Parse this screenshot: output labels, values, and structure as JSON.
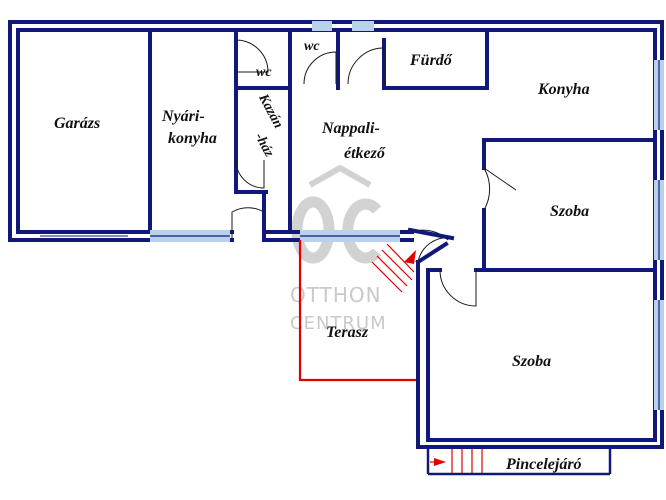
{
  "rooms": {
    "garage": "Garázs",
    "summer_kitchen_1": "Nyári-",
    "summer_kitchen_2": "konyha",
    "boiler_1": "Kazán",
    "boiler_2": "-ház",
    "wc_left": "wc",
    "wc_right": "wc",
    "bathroom": "Fürdő",
    "kitchen": "Konyha",
    "living_1": "Nappali-",
    "living_2": "étkező",
    "room_upper": "Szoba",
    "room_lower": "Szoba",
    "terrace": "Terasz",
    "cellar_entrance": "Pincelejáró"
  },
  "watermark": {
    "line1": "OTTHON",
    "line2": "CENTRUM"
  },
  "colors": {
    "wall": "#10197a",
    "window": "#b8d2ee",
    "terrace_outline": "#e00000",
    "watermark": "#c9c9c9"
  }
}
